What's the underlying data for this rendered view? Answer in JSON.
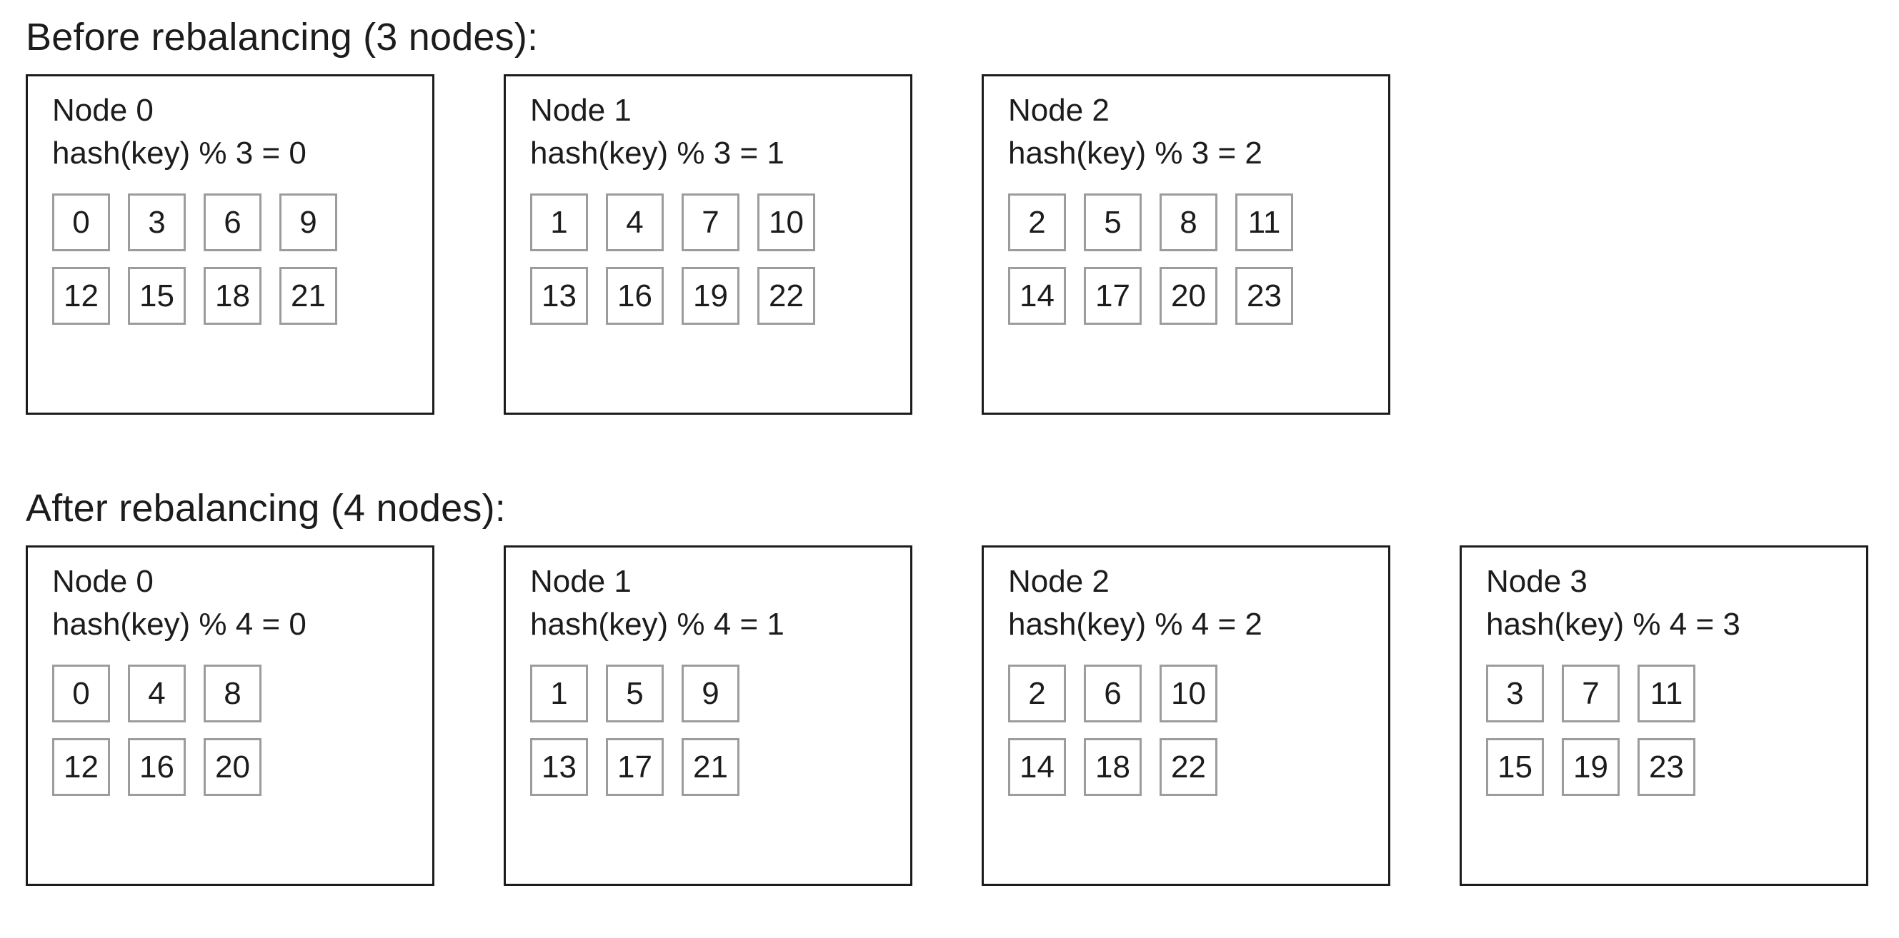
{
  "diagram": {
    "sections": [
      {
        "heading": "Before rebalancing (3 nodes):",
        "node_count": 3,
        "modulus": 3,
        "nodes": [
          {
            "title": "Node 0",
            "formula": "hash(key) % 3 = 0",
            "keys_rows": [
              [
                "0",
                "3",
                "6",
                "9"
              ],
              [
                "12",
                "15",
                "18",
                "21"
              ]
            ]
          },
          {
            "title": "Node 1",
            "formula": "hash(key) % 3 = 1",
            "keys_rows": [
              [
                "1",
                "4",
                "7",
                "10"
              ],
              [
                "13",
                "16",
                "19",
                "22"
              ]
            ]
          },
          {
            "title": "Node 2",
            "formula": "hash(key) % 3 = 2",
            "keys_rows": [
              [
                "2",
                "5",
                "8",
                "11"
              ],
              [
                "14",
                "17",
                "20",
                "23"
              ]
            ]
          }
        ]
      },
      {
        "heading": "After rebalancing (4 nodes):",
        "node_count": 4,
        "modulus": 4,
        "nodes": [
          {
            "title": "Node 0",
            "formula": "hash(key) % 4 = 0",
            "keys_rows": [
              [
                "0",
                "4",
                "8"
              ],
              [
                "12",
                "16",
                "20"
              ]
            ]
          },
          {
            "title": "Node 1",
            "formula": "hash(key) % 4 = 1",
            "keys_rows": [
              [
                "1",
                "5",
                "9"
              ],
              [
                "13",
                "17",
                "21"
              ]
            ]
          },
          {
            "title": "Node 2",
            "formula": "hash(key) % 4 = 2",
            "keys_rows": [
              [
                "2",
                "6",
                "10"
              ],
              [
                "14",
                "18",
                "22"
              ]
            ]
          },
          {
            "title": "Node 3",
            "formula": "hash(key) % 4 = 3",
            "keys_rows": [
              [
                "3",
                "7",
                "11"
              ],
              [
                "15",
                "19",
                "23"
              ]
            ]
          }
        ]
      }
    ]
  },
  "colors": {
    "node_border": "#1c1c1c",
    "key_border": "#9c9c9c",
    "text": "#1c1c1c",
    "background": "#ffffff"
  }
}
